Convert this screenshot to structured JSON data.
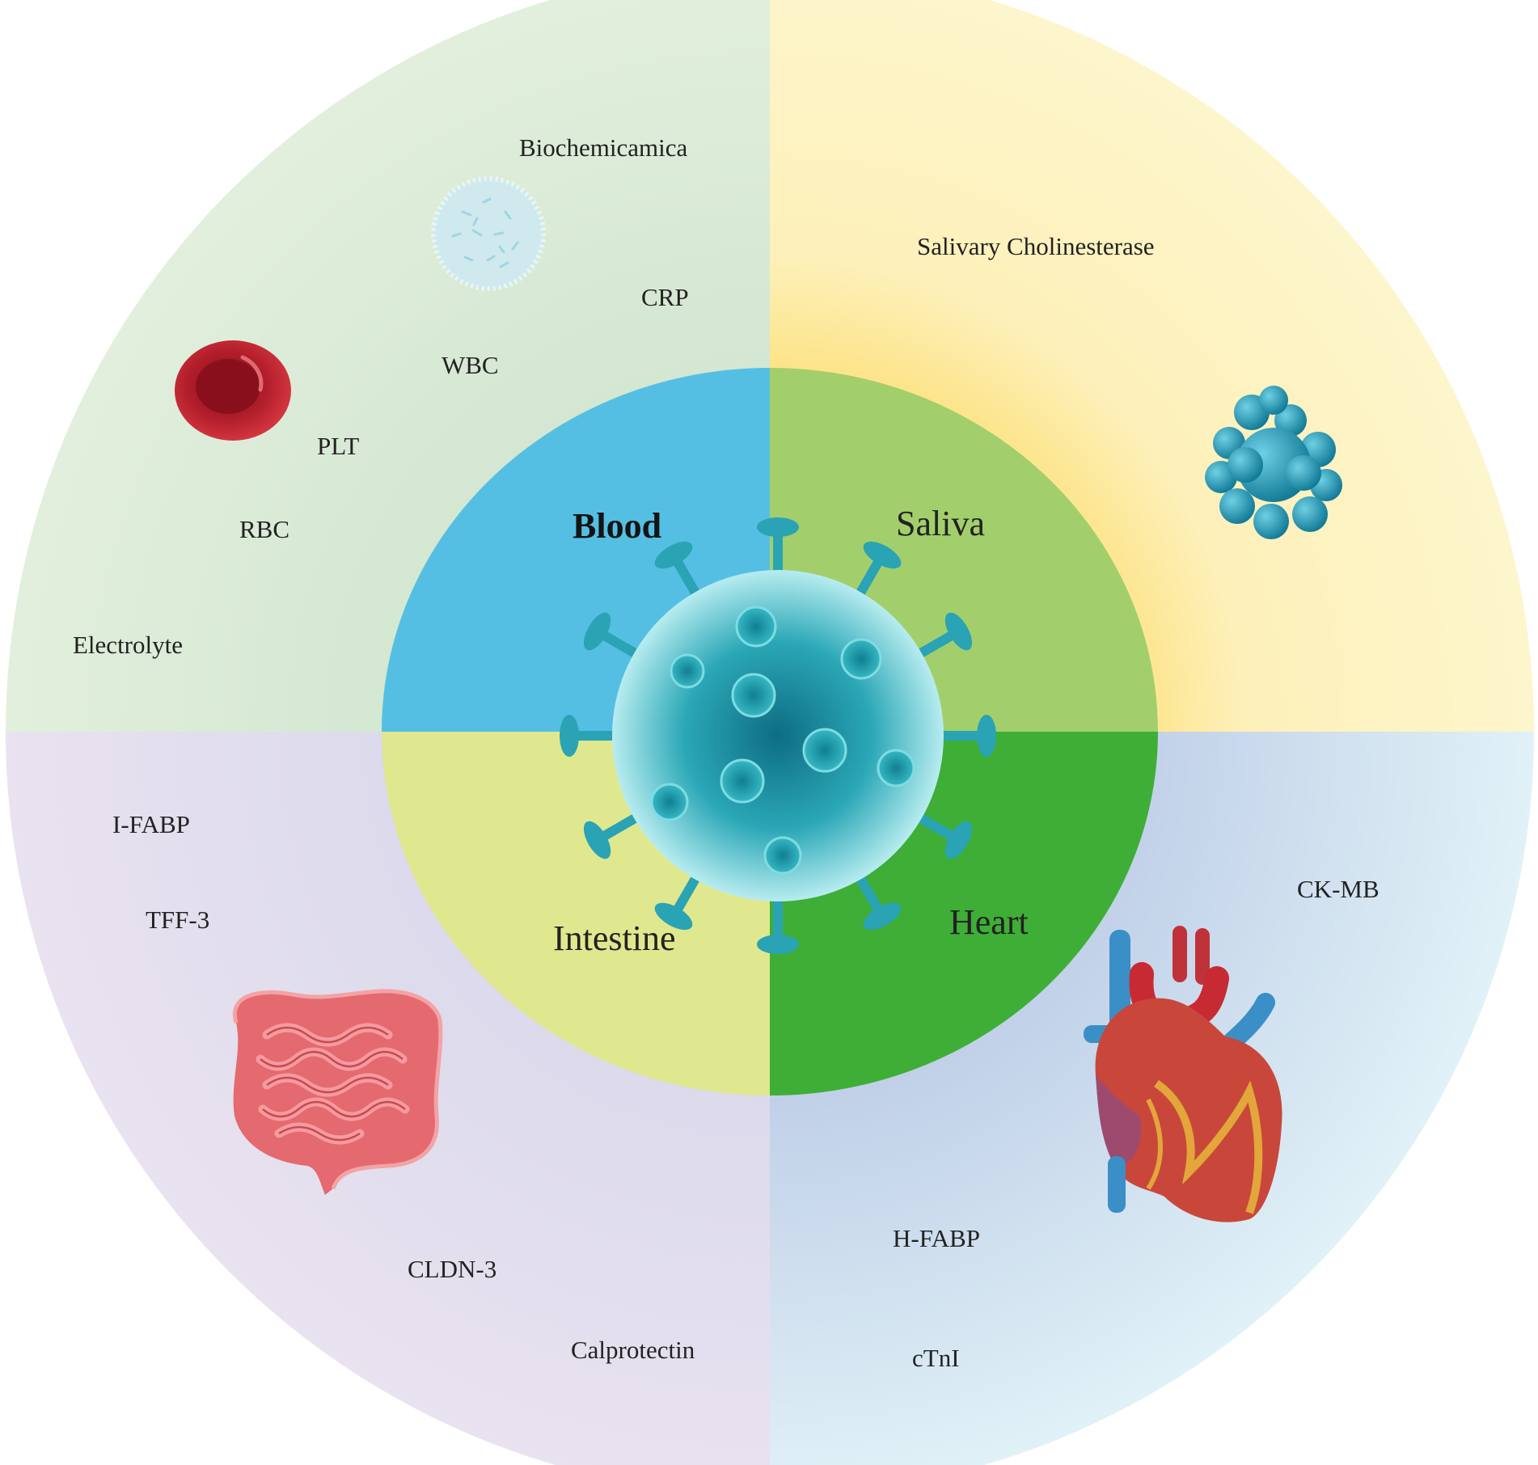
{
  "quadrants": {
    "blood": {
      "title": "Blood",
      "markers": [
        "Biochemicamica",
        "CRP",
        "WBC",
        "PLT",
        "RBC",
        "Electrolyte"
      ]
    },
    "saliva": {
      "title": "Saliva",
      "markers": [
        "Salivary Cholinesterase"
      ]
    },
    "intestine": {
      "title": "Intestine",
      "markers": [
        "I-FABP",
        "TFF-3",
        "CLDN-3",
        "Calprotectin"
      ]
    },
    "heart": {
      "title": "Heart",
      "markers": [
        "CK-MB",
        "H-FABP",
        "cTnI"
      ]
    }
  },
  "icons": [
    "virus-icon",
    "white-blood-cell-icon",
    "red-blood-cell-icon",
    "cell-cluster-icon",
    "intestine-icon",
    "heart-icon"
  ],
  "colors": {
    "outer_blood": "#dcebd9",
    "outer_saliva": "#fdf0b8",
    "outer_intestine": "#e6e0ee",
    "outer_heart": "#cfdcec",
    "inner_blood": "#55bfe3",
    "inner_saliva": "#a2cf6c",
    "inner_intestine": "#dfe88e",
    "inner_heart": "#3eae37",
    "virus": "#2aa3b4"
  }
}
